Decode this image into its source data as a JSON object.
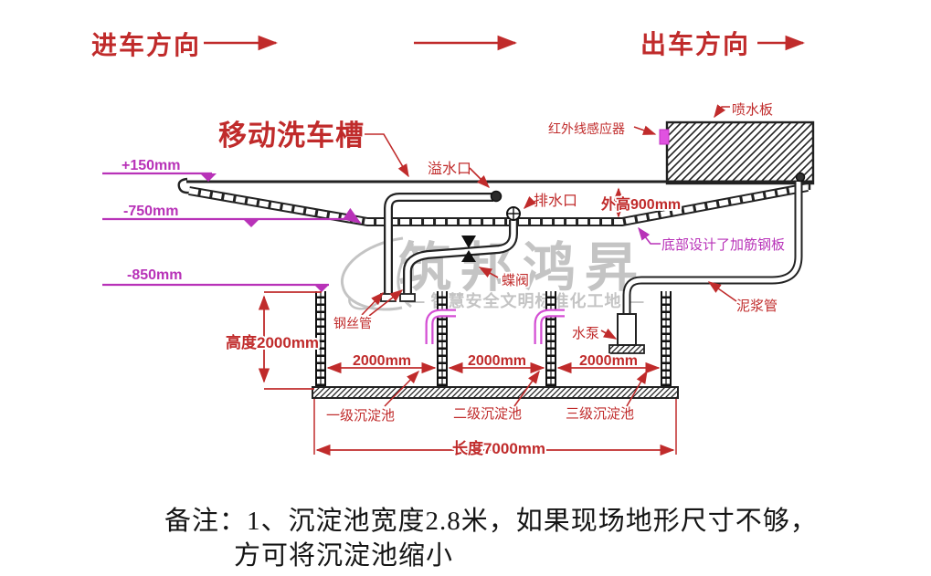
{
  "directions": {
    "entry": "进车方向",
    "exit": "出车方向"
  },
  "annotations": {
    "trough": "移动洗车槽",
    "overflow_port": "溢水口",
    "drain_port": "排水口",
    "infrared_sensor": "红外线感应器",
    "spray_plate": "喷水板",
    "outer_height": "外高900mm",
    "reinforced_plate_note": "底部设计了加筋钢板",
    "mud_pipe": "泥浆管",
    "steel_wire_pipe": "钢丝管",
    "butterfly_valve": "蝶阀",
    "water_pump": "水泵"
  },
  "elevations": [
    "+150mm",
    "-750mm",
    "-850mm"
  ],
  "dimensions": {
    "pool_height": "高度2000mm",
    "widths": [
      "2000mm",
      "2000mm",
      "2000mm"
    ],
    "total_length": "长度7000mm"
  },
  "pools": [
    "一级沉淀池",
    "二级沉淀池",
    "三级沉淀池"
  ],
  "watermark": {
    "logo_text": "筑邦鸿昇",
    "tagline": "— 智慧安全文明标准化工地 —"
  },
  "note": {
    "line1": "备注：1、沉淀池宽度2.8米，如果现场地形尺寸不够，",
    "line2": "方可将沉淀池缩小"
  },
  "colors": {
    "annotation_red": "#c02b2b",
    "elevation_magenta": "#b832b8",
    "pipe_elbow_pink": "#d44fd4",
    "sensor_pink": "#e052e0",
    "line_black": "#1c1c1c",
    "watermark_gray": "#8a8a8a"
  }
}
